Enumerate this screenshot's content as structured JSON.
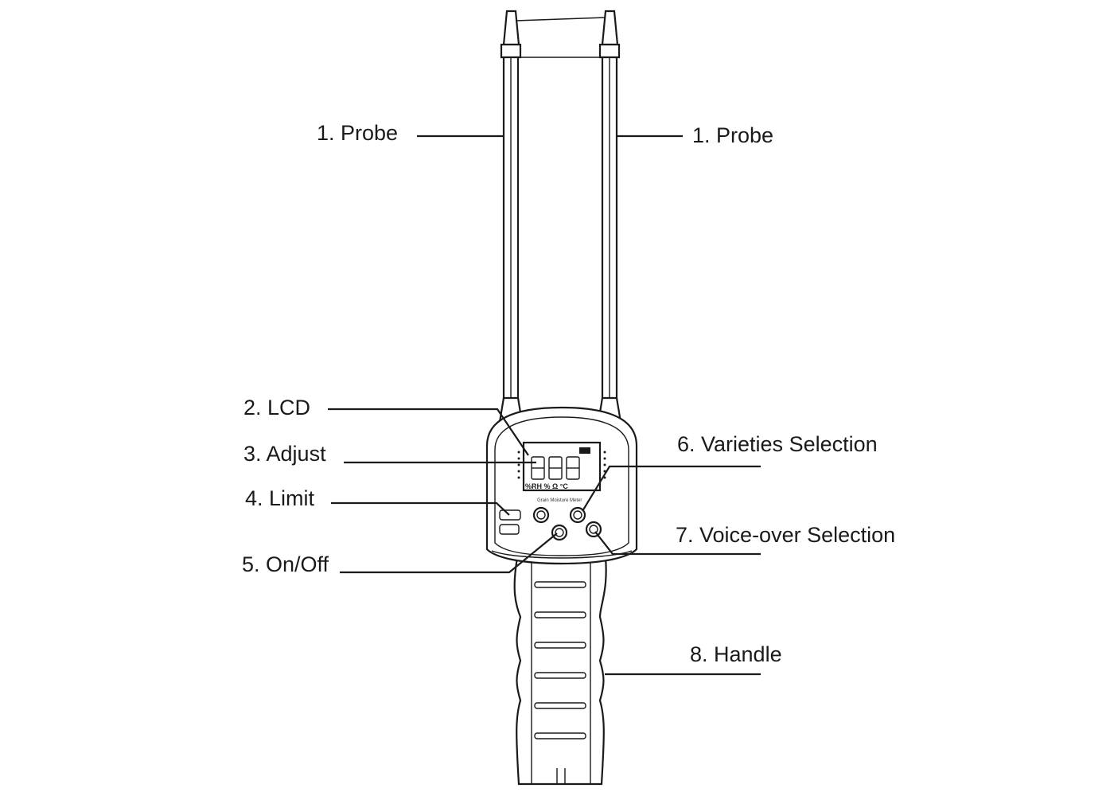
{
  "callouts": {
    "probe_left": "1. Probe",
    "probe_right": "1. Probe",
    "lcd": "2. LCD",
    "adjust": "3. Adjust",
    "limit": "4. Limit",
    "onoff": "5. On/Off",
    "varieties": "6. Varieties Selection",
    "voiceover": "7. Voice-over Selection",
    "handle": "8. Handle"
  },
  "device": {
    "brand_label": "Grain Moisture Meter",
    "lcd_units": "%RH   %   Ω   °C"
  },
  "colors": {
    "line": "#1a1a1a",
    "background": "#ffffff"
  }
}
